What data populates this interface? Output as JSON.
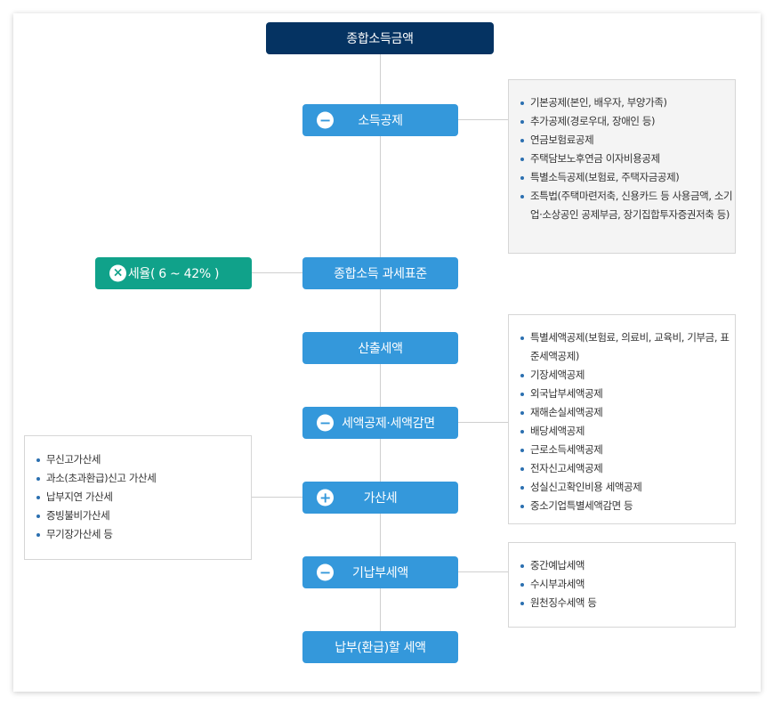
{
  "nodes": {
    "total_income": "종합소득금액",
    "income_deduction": "소득공제",
    "tax_base": "종합소득 과세표준",
    "tax_rate": "세율( 6 ~ 42% )",
    "computed_tax": "산출세액",
    "tax_credit": "세액공제·세액감면",
    "additional_tax": "가산세",
    "prepaid_tax": "기납부세액",
    "payable_tax": "납부(환급)할 세액"
  },
  "signs": {
    "minus": "−",
    "plus": "+",
    "times": "×"
  },
  "icons": {
    "minus": "minus-icon",
    "plus": "plus-icon",
    "times": "times-icon"
  },
  "colors": {
    "dark_navy": "#053362",
    "blue": "#3498db",
    "green": "#10a28a",
    "bullet": "#2b6fb0"
  },
  "lists": {
    "income_deduction": [
      "기본공제(본인, 배우자, 부양가족)",
      "추가공제(경로우대, 장애인 등)",
      "연금보험료공제",
      "주택담보노후연금 이자비용공제",
      "특별소득공제(보험료, 주택자금공제)",
      "조특법(주택마련저축, 신용카드 등 사용금액, 소기업·소상공인 공제부금, 장기집합투자증권저축 등)"
    ],
    "tax_credit": [
      "특별세액공제(보험료, 의료비, 교육비, 기부금, 표준세액공제)",
      "기장세액공제",
      "외국납부세액공제",
      "재해손실세액공제",
      "배당세액공제",
      "근로소득세액공제",
      "전자신고세액공제",
      "성실신고확인비용 세액공제",
      "중소기업특별세액감면 등"
    ],
    "additional_tax": [
      "무신고가산세",
      "과소(초과환급)신고 가산세",
      "납부지연 가산세",
      "증빙불비가산세",
      "무기장가산세 등"
    ],
    "prepaid_tax": [
      "중간예납세액",
      "수시부과세액",
      "원천징수세액 등"
    ]
  }
}
